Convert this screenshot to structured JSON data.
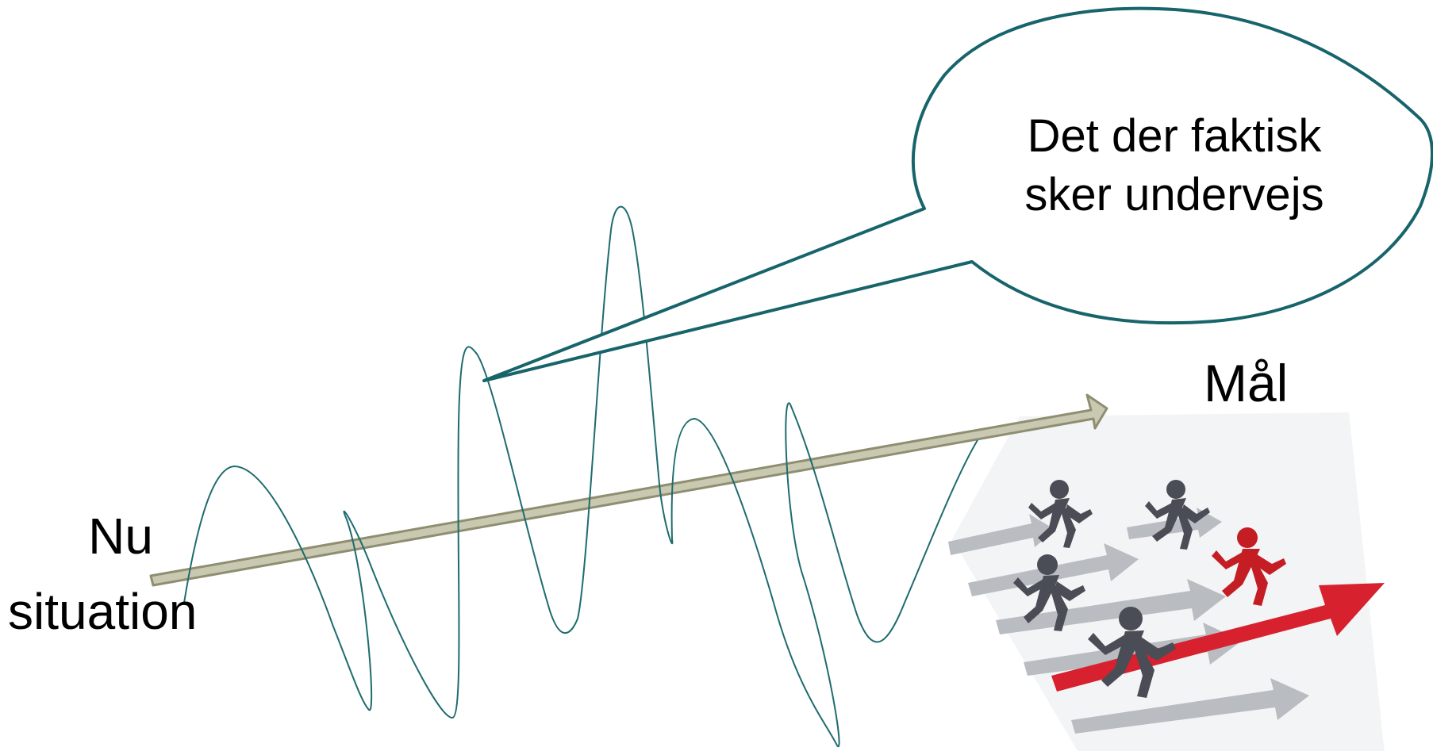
{
  "labels": {
    "start_line1": "Nu",
    "start_line2": "situation",
    "goal": "Mål"
  },
  "bubble": {
    "line1": "Det der faktisk",
    "line2": "sker undervejs"
  },
  "colors": {
    "wave": "#1f6b6f",
    "bubble_stroke": "#17646b",
    "arrow_fill": "#c9c8b0",
    "arrow_stroke": "#8f8e72",
    "runner_gray": "#4a4d55",
    "runner_red": "#c41e24",
    "track_gray": "#b9bcc1",
    "track_red": "#d7212e"
  },
  "icons": {
    "runners": "runners-race-illustration"
  }
}
